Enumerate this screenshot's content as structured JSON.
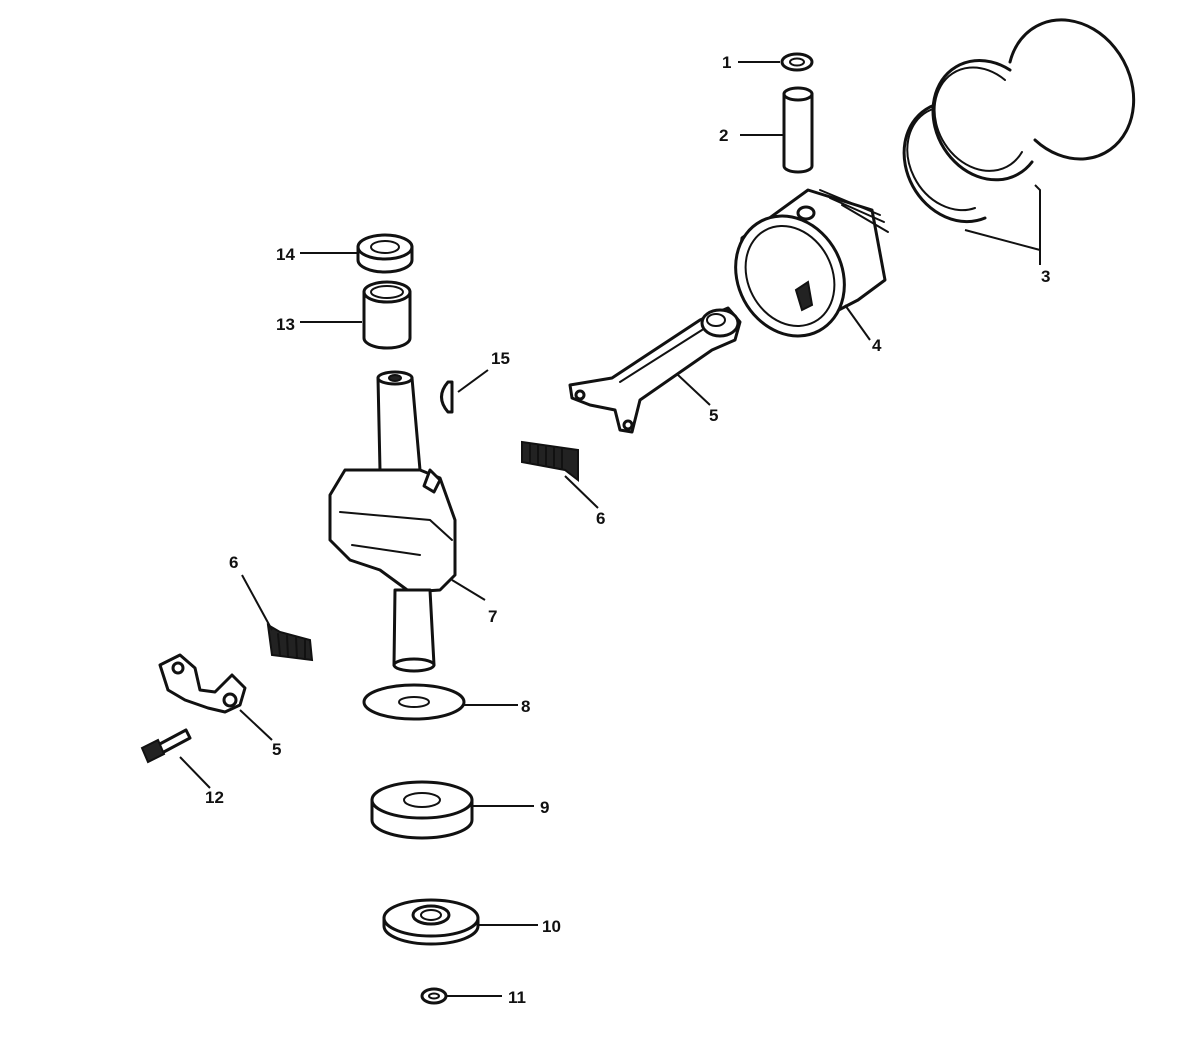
{
  "diagram": {
    "callouts": [
      {
        "id": "c1",
        "label": "1"
      },
      {
        "id": "c2",
        "label": "2"
      },
      {
        "id": "c3",
        "label": "3"
      },
      {
        "id": "c4",
        "label": "4"
      },
      {
        "id": "c5a",
        "label": "5"
      },
      {
        "id": "c6a",
        "label": "6"
      },
      {
        "id": "c7",
        "label": "7"
      },
      {
        "id": "c15",
        "label": "15"
      },
      {
        "id": "c14",
        "label": "14"
      },
      {
        "id": "c13",
        "label": "13"
      },
      {
        "id": "c6b",
        "label": "6"
      },
      {
        "id": "c5b",
        "label": "5"
      },
      {
        "id": "c8",
        "label": "8"
      },
      {
        "id": "c9",
        "label": "9"
      },
      {
        "id": "c10",
        "label": "10"
      },
      {
        "id": "c11",
        "label": "11"
      },
      {
        "id": "c12",
        "label": "12"
      }
    ]
  }
}
